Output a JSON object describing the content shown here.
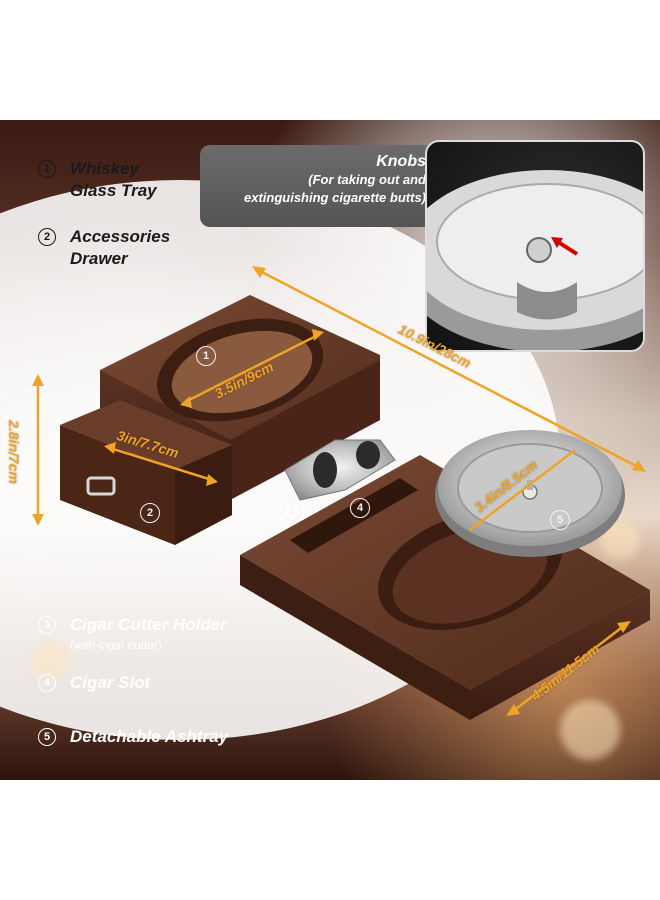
{
  "callout": {
    "title": "Knobs",
    "subtitle_line1": "(For taking out and",
    "subtitle_line2": "extinguishing cigarette butts)"
  },
  "features": [
    {
      "num": "1",
      "line1": "Whiskey",
      "line2": "Glass Tray"
    },
    {
      "num": "2",
      "line1": "Accessories",
      "line2": "Drawer"
    },
    {
      "num": "3",
      "line1": "Cigar Cutter Holder",
      "sub": "(with cigar cutter)"
    },
    {
      "num": "4",
      "line1": "Cigar Slot"
    },
    {
      "num": "5",
      "line1": "Detachable Ashtray"
    }
  ],
  "dimensions": {
    "length": "10.9in/28cm",
    "height": "2.8in/7cm",
    "tray_diameter": "3.5in/9cm",
    "drawer_width": "3in/7.7cm",
    "ashtray_diameter": "3.4in/8.5cm",
    "depth": "4.5in/11.5cm"
  },
  "markers": [
    "1",
    "2",
    "3",
    "4",
    "5"
  ],
  "colors": {
    "wood": "#5b3222",
    "accent_orange": "#f0a324",
    "steel": "#c8c8c8"
  }
}
